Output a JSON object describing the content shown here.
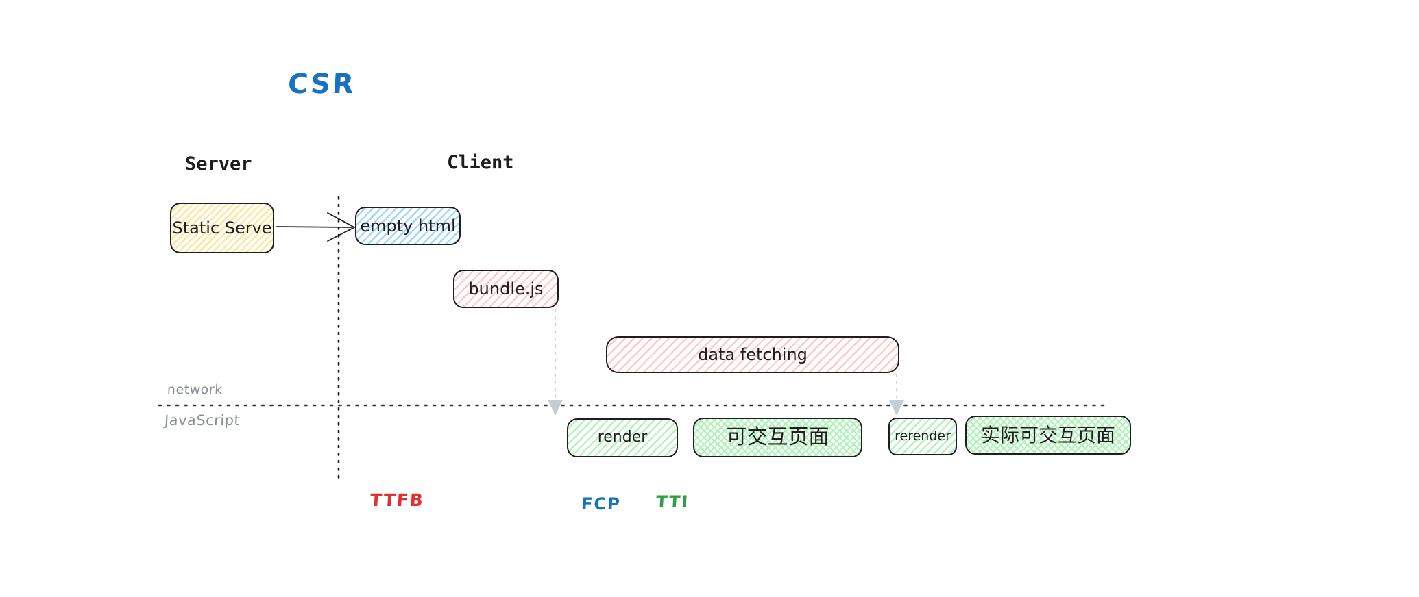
{
  "title": {
    "text": "CSR",
    "color": "#1971c2"
  },
  "headers": {
    "server": "Server",
    "client": "Client"
  },
  "lanes": {
    "network": "network",
    "javascript": "JavaScript"
  },
  "boxes": {
    "static_serve": {
      "label": "Static Serve",
      "fill": "#ffe7a0",
      "style": "hachure"
    },
    "empty_html": {
      "label": "empty html",
      "fill": "#a5d8ff",
      "style": "hachure"
    },
    "bundle_js": {
      "label": "bundle.js",
      "fill": "#ffc9c9",
      "style": "hachure"
    },
    "data_fetching": {
      "label": "data fetching",
      "fill": "#ffc9c9",
      "style": "hachure"
    },
    "render": {
      "label": "render",
      "fill": "#b2f2bb",
      "style": "hachure"
    },
    "interactive_page": {
      "label": "可交互页面",
      "fill": "#b2f2bb",
      "style": "cross-hatch"
    },
    "rerender": {
      "label": "rerender",
      "fill": "#b2f2bb",
      "style": "hachure"
    },
    "actual_interactive_page": {
      "label": "实际可交互页面",
      "fill": "#b2f2bb",
      "style": "cross-hatch"
    }
  },
  "milestones": {
    "ttfb": {
      "label": "TTFB",
      "color": "#e03131"
    },
    "fcp": {
      "label": "FCP",
      "color": "#1971c2"
    },
    "tti": {
      "label": "TTI",
      "color": "#2f9e44"
    }
  },
  "colors": {
    "stroke": "#1e1e1e",
    "lane_label": "#878e95",
    "dropline": "#ced4da",
    "background": "#ffffff"
  }
}
